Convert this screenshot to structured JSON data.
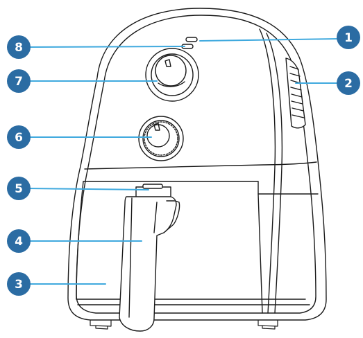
{
  "diagram": {
    "callouts": [
      {
        "id": "callout-1",
        "number": "1"
      },
      {
        "id": "callout-2",
        "number": "2"
      },
      {
        "id": "callout-3",
        "number": "3"
      },
      {
        "id": "callout-4",
        "number": "4"
      },
      {
        "id": "callout-5",
        "number": "5"
      },
      {
        "id": "callout-6",
        "number": "6"
      },
      {
        "id": "callout-7",
        "number": "7"
      },
      {
        "id": "callout-8",
        "number": "8"
      }
    ],
    "colors": {
      "callout_fill": "#2B6CA3",
      "leader_line": "#3FA9DE",
      "outline": "#1a1a1a",
      "body_fill": "#ffffff"
    }
  }
}
